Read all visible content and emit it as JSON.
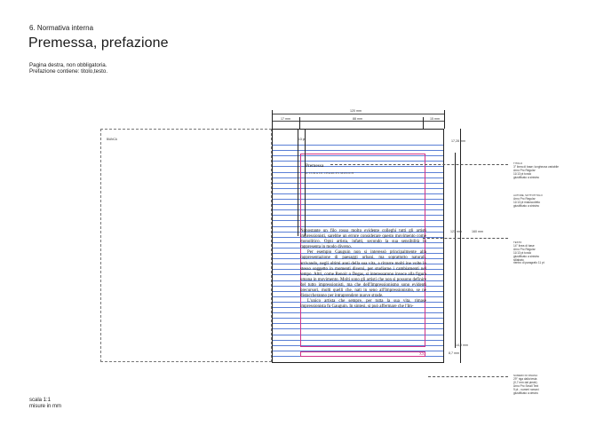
{
  "header": {
    "section": "6. Normativa interna",
    "title": "Premessa, prefazione",
    "description": [
      "Pagina destra, non obbligatoria.",
      "Prefazione contiene: titolo,testo."
    ]
  },
  "footer": {
    "scale": "scala 1:1",
    "units": "misure in mm"
  },
  "left_page": {
    "label": "BIANCA"
  },
  "dimensions": {
    "total_width": "120 mm",
    "left_margin": "17 mm",
    "text_width": "88 mm",
    "right_margin": "15 mm",
    "top_margin": "17,28 mm",
    "text_height": "123 mm",
    "page_height": "160 mm",
    "bottom_a": "14,9 mm",
    "bottom_b": "8,7 mm",
    "line_pt": "13 pt"
  },
  "page": {
    "heading": "Premessa",
    "author": "A CURA DI CHARLES MOSICH",
    "folio": "XX",
    "body": [
      "Nonostante un filo rosso molto evidente colleghi tutti gli artisti impressionisti, sarebbe un errore considerare questo movimento come monolitico. Ogni artista, infatti, secondo la sua sensibilità lo rappresenta in modo diverso.",
      "Per esempio Gauguin non si interessò principalmente alla rappresentazione di paesaggi urbani, ma soprattutto naturali, arrivando, negli ultimi anni della sua vita, a ritrarre molti ine volte lo stesso soggetto in momenti diversi, per studiarne i cambiamenti nel tempo. Altri, come Renoir o Degas, si interessarono invece alla figura umana in movimento. Molti sono gli artisti che non si possono definire del tutto impressionisti, ma che dell'Impressionismo sono evidenti precursori, molti quelli che, nati in seno all'Impressionismo, se ne distaccheranno per intraprendere nuove strade.",
      "L'unico artista che sempre, per tutta la sua vita, rimase impressionista fu Gauguin. In sintesi, si può affermare che l'Im-"
    ]
  },
  "annotations": [
    {
      "label": "TITOLO",
      "lines": [
        "3° linea di base; lunghezza variabile",
        "Arno Pro Regular",
        "11/13 pt tondo",
        "giustificato a sinistra"
      ]
    },
    {
      "label": "AUTORE, SOTTOTITOLO",
      "lines": [
        "Arno Pro Regular",
        "11/13 pt maiuscoletto",
        "giustificato a sinistra"
      ]
    },
    {
      "label": "TESTO",
      "lines": [
        "14° linea di base",
        "Arno Pro Regular",
        "11/13 pt tondo",
        "giustificato a sinistra",
        "sillabato",
        "rientro di paragrafo 11 pt"
      ]
    },
    {
      "label": "NUMERO DI PAGINA",
      "lines": [
        "29° riga dalla testa",
        "(0,7 mm dal piede)",
        "Arno Pro Small Text",
        "9 pt - numeri romani",
        "giustificato a destra"
      ]
    }
  ]
}
